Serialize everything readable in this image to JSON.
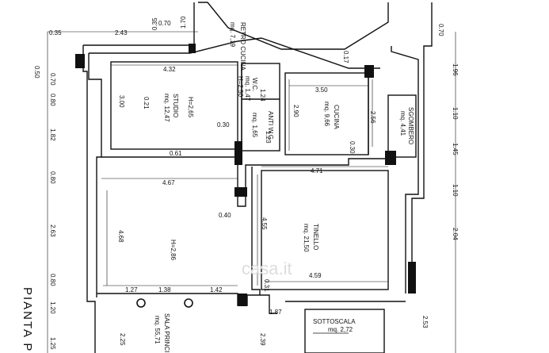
{
  "dims": {
    "top_035": "0.35",
    "top_243": "2.43",
    "top_035b": "0.35",
    "top_070": "0.70",
    "top_170": "1.70",
    "studio_432": "4.32",
    "cucina_350": "3.50",
    "tin_471": "4.71",
    "sala_467": "4.67",
    "left_050": "0.50",
    "left_070": "0.70",
    "left_080": "0.80",
    "left_182": "1.82",
    "left_080b": "0.80",
    "left_263": "2.63",
    "left_080c": "0.80",
    "left_120": "1.20",
    "left_125": "1.25",
    "right_070": "0.70",
    "right_196": "1.96",
    "right_110": "1.10",
    "right_145": "1.45",
    "right_110b": "1.10",
    "right_204": "2.04",
    "right_253": "2.53",
    "studio_300": "3.00",
    "wc_124": "1.24",
    "wc_123": "1.23",
    "cucina_290": "2.90",
    "cucina_256": "2.56",
    "d_030": "0.30",
    "d_030b": "0.30",
    "d_061": "0.61",
    "d_040": "0.40",
    "d_017": "0.17",
    "tin_455": "4.55",
    "tin_459": "4.59",
    "sala_468": "4.68",
    "sala_127": "1.27",
    "sala_138": "1.38",
    "sala_142": "1.42",
    "d_031": "0.31",
    "d_187": "1.87",
    "d_225": "2.25",
    "d_239": "2.39",
    "d_221": "0.21"
  },
  "rooms": {
    "retro_name": "RETRO CUCINA",
    "retro_area": "mq. 7,19",
    "studio_name": "STUDIO",
    "studio_area": "mq. 12,47",
    "studio_h": "H=2,65",
    "wc_name": "W.C.",
    "wc_area": "mq. 1,47",
    "wc_h": "H=2,50",
    "antiwc_name": "ANTI W.C.",
    "antiwc_area": "mq. 1,65",
    "cucina_name": "CUCINA",
    "cucina_area": "mq. 9,66",
    "sgombero_name": "SGOMBERO",
    "sgombero_area": "mq. 4,41",
    "tinello_name": "TINELLO",
    "tinello_area": "mq. 21,50",
    "sala_name": "SALA PRINCIP.",
    "sala_area": "mq. 55,71",
    "sala_h": "H=2,86",
    "sotto_name": "SOTTOSCALA",
    "sotto_area": "mq. 2,72"
  },
  "title": "PIANTA P",
  "watermark": "casa.it"
}
